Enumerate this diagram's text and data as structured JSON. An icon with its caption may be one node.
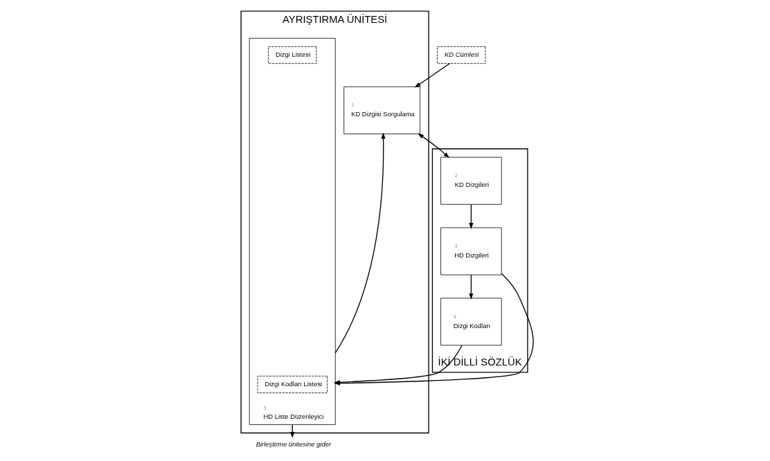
{
  "diagram": {
    "nodes": [
      {
        "text": [
          "AYRIŞTIRMA ÜNİTESİ"
        ]
      },
      {
        "text": [
          "1",
          "KD Dizgisi Sorgulama"
        ],
        "in": 0
      },
      {
        "text": [
          "5",
          "HD Liste Düzenleyici"
        ],
        "in": 0
      },
      {
        "text": [
          "Dizgi Kodları Listesi"
        ],
        "in": 2
      },
      {
        "text": [
          "Dizgi Listesi"
        ],
        "in": 2
      },
      {
        "text": [
          "KD Cümlesi"
        ]
      },
      {
        "text": [
          "Birleştirme ünitesine gider"
        ]
      },
      {
        "text": [
          "İKİ DİLLİ SÖZLÜK"
        ]
      },
      {
        "text": [
          "2",
          "KD Dizgileri"
        ],
        "in": 7
      },
      {
        "text": [
          "3",
          "HD Dizgileri"
        ],
        "in": 7
      },
      {
        "text": [
          "4",
          "Dizgi Kodları"
        ],
        "in": 7
      }
    ],
    "edges": [
      {
        "from": 5,
        "to": 1,
        "arrow": "to"
      },
      {
        "from": 2,
        "to": 1,
        "arrow": "to"
      },
      {
        "from": 2,
        "to": 6,
        "arrow": "to"
      },
      {
        "from": 1,
        "to": 8,
        "arrow": "both"
      },
      {
        "from": 9,
        "to": 2,
        "arrow": "to"
      },
      {
        "from": 10,
        "to": 2,
        "arrow": "to"
      },
      {
        "from": 8,
        "to": 9,
        "arrow": "to"
      },
      {
        "from": 9,
        "to": 10,
        "arrow": "to"
      }
    ]
  }
}
